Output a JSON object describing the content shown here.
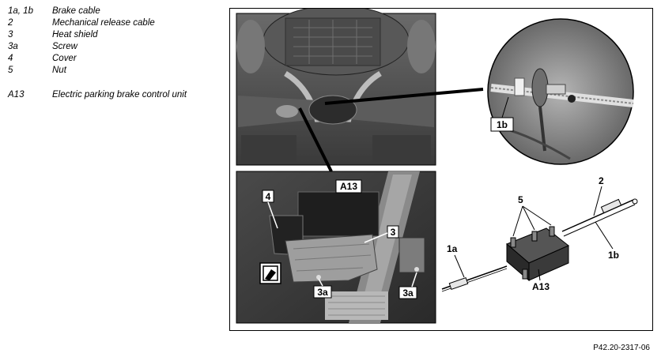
{
  "legend": [
    {
      "key": "1a, 1b",
      "value": "Brake cable"
    },
    {
      "key": "2",
      "value": "Mechanical release cable"
    },
    {
      "key": "3",
      "value": "Heat shield"
    },
    {
      "key": "3a",
      "value": "Screw"
    },
    {
      "key": "4",
      "value": "Cover"
    },
    {
      "key": "5",
      "value": "Nut"
    },
    {
      "key": "A13",
      "value": "Electric parking brake control unit"
    }
  ],
  "callouts": {
    "detail_1b": "1b",
    "lower_a13": "A13",
    "lower_4": "4",
    "lower_3": "3",
    "lower_3a_left": "3a",
    "lower_3a_right": "3a",
    "diag_2": "2",
    "diag_5": "5",
    "diag_1a": "1a",
    "diag_1b": "1b",
    "diag_a13": "A13"
  },
  "figure_id": "P42.20-2317-06"
}
